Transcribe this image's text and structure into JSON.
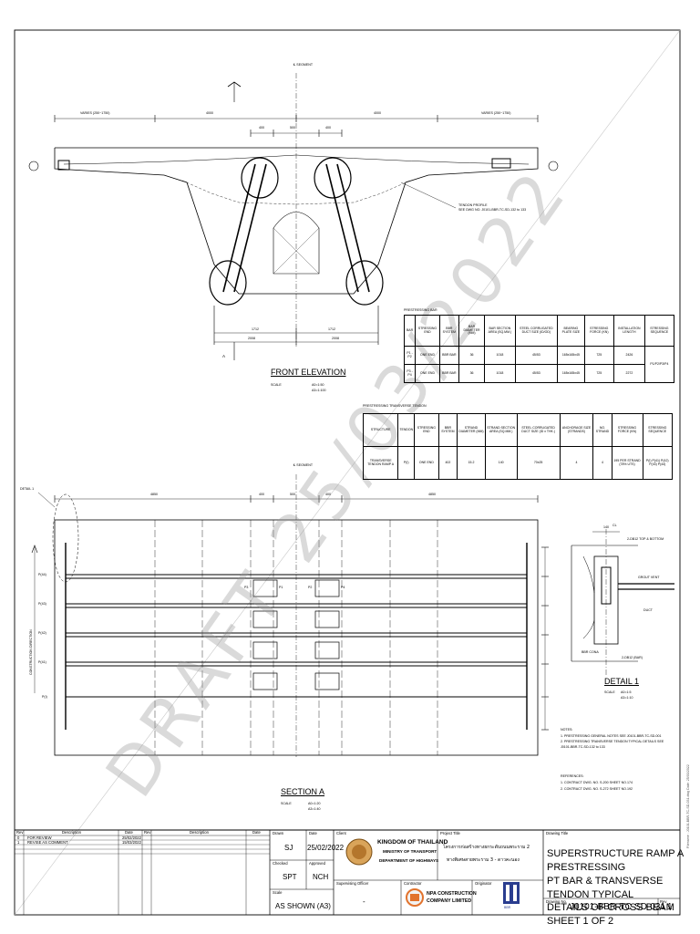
{
  "labels": {
    "centre_top": "℄ SEGMENT",
    "centre_mid": "℄ SEGMENT",
    "dim_varies_l": "VARIES (250~1750)",
    "dim_varies_r": "VARIES (250~1750)",
    "dim_4000_l": "4000",
    "dim_4000_r": "4000",
    "dim_400_l": "400",
    "dim_500": "500",
    "dim_400_r": "400",
    "dim_1712_l": "1712",
    "dim_1712_r": "1712",
    "dim_2008_l": "2008",
    "dim_2008_r": "2008",
    "tendon_note_1": "TENDON PROFILE",
    "tendon_note_2": "SEE DWG NO. J0101-BBR-TC-SD-132 to 133",
    "front_elevation": "FRONT ELEVATION",
    "front_scale": "SCALE",
    "front_scale_v1": "A0=1:50",
    "front_scale_v2": "A3=1:100",
    "section_a": "SECTION A",
    "section_scale": "SCALE",
    "section_scale_v1": "A0=1:20",
    "section_scale_v2": "A3=1:40",
    "detail_1": "DETAIL 1",
    "detail_scale": "SCALE",
    "detail_scale_v1": "A0=1:5",
    "detail_scale_v2": "A3=1:10",
    "detail_label": "DETAIL 1",
    "sec_a_marker": "A",
    "dim_4850_l": "4850",
    "dim_4850_r": "4850",
    "dim_s400_l": "400",
    "dim_s500": "500",
    "dim_s400_r": "400",
    "construction_direction": "CONSTRUCTION DIRECTION",
    "row_labels": [
      "P(44)",
      "P(43)",
      "P(42)",
      "P(41)",
      "P(I)"
    ],
    "bar_labels": [
      "P3",
      "P1",
      "P2",
      "P4"
    ],
    "detail_notes": [
      "2-DB12 TOP & BOTTOM",
      "GROUT VENT",
      "DUCT",
      "BBR CONA",
      "2-DB12 (BAR)",
      "CL",
      "140"
    ],
    "notes_title": "NOTES:",
    "notes": [
      "1. PRESTRESSING GENERAL NOTES SEE J0101-BBR-TC-SD-001",
      "2. PRESTRESSING TRANSVERSE TENDON TYPICAL DETAILS SEE",
      "    J0101-BBR-TC-SD-132 to 133"
    ],
    "references_title": "REFERENCES:",
    "references": [
      "1. CONTRACT DWG. NO. S-200 SHEET NO.174",
      "2. CONTRACT DWG. NO. S-272 SHEET NO.192"
    ]
  },
  "prestressing_bar": {
    "title": "PRESTRESSING BAR",
    "headers": [
      "BAR",
      "STRESSING END",
      "BBR SYSTEM",
      "BAR DIAMETER (MM)",
      "BAR SECTION AREA (SQ.MM.)",
      "STEEL CORRUGATED DUCT SIZE (ID/OD)",
      "BEARING PLATE SIZE",
      "STRESSING FORCE (KN)",
      "INSTALLATION LENGTH",
      "STRESSING SEQUENCE"
    ],
    "rows": [
      [
        "P1 - P2",
        "ONE END",
        "BBR BAR",
        "36",
        "1018",
        "45/53",
        "165x165x45",
        "725",
        "2426",
        "P1/P2/P3/P4"
      ],
      [
        "P3 - P4",
        "ONE END",
        "BBR BAR",
        "36",
        "1018",
        "45/53",
        "165x165x45",
        "725",
        "2272",
        ""
      ]
    ]
  },
  "transverse_tendon": {
    "title": "PRESTRESSING TRANSVERSE TENDON",
    "headers": [
      "STRUCTURE",
      "TENDON",
      "STRESSING END",
      "BBR SYSTEM",
      "STRAND DIAMETER (MM)",
      "STRAND SECTION AREA (SQ.MM.)",
      "STEEL CORRUGATED DUCT SIZE (ID x THK.)",
      "ANCHORAGE SIZE (STRANDS)",
      "NO. STRAND",
      "STRESSING FORCE (KN)",
      "STRESSING SEQUENCE"
    ],
    "rows": [
      [
        "TRANSVERSE TENDON RAMP A",
        "P(I)",
        "ONE END",
        "402",
        "15.2",
        "140",
        "70x25",
        "4",
        "4",
        "195 PER STRAND (78% UTS)",
        "P(I) P(41) P(42) P(43) P(44)"
      ]
    ]
  },
  "title_block": {
    "rev_header": "Rev",
    "desc_header": "Description",
    "date_header": "Date",
    "rev_header2": "Rev",
    "desc_header2": "Description",
    "date_header2": "Date",
    "revisions": [
      {
        "rev": "0",
        "desc": "FOR REVIEW",
        "date": "25/02/2022"
      },
      {
        "rev": "1",
        "desc": "REVISE AS COMMENT",
        "date": "15/03/2022"
      }
    ],
    "drawn_label": "Drawn",
    "drawn": "SJ",
    "date_label": "Date",
    "date": "25/02/2022",
    "checked_label": "Checked",
    "checked": "SPT",
    "approved_label": "Approved",
    "approved": "NCH",
    "scale_label": "Scale",
    "scale": "AS SHOWN (A3)",
    "client_label": "Client",
    "client_1": "KINGDOM OF THAILAND",
    "client_2": "MINISTRY OF TRANSPORT",
    "client_3": "DEPARTMENT OF HIGHWAYS",
    "project_label": "Project Title",
    "project_1": "โครงการก่อสร้างทางยกระดับถนนพระราม 2",
    "project_2": "ทางพิเศษสายพระราม 3 - ดาวคะนอง",
    "supervising_label": "Supervising Officer",
    "supervising": "-",
    "contractor_label": "Contractor",
    "contractor_1": "NPA CONSTRUCTION",
    "contractor_2": "COMPANY LIMITED",
    "originator_label": "Originator",
    "originator_name": "BBR",
    "drawing_title_label": "Drawing Title",
    "drawing_title": [
      "SUPERSTRUCTURE RAMP A PRESTRESSING",
      "PT BAR & TRANSVERSE TENDON TYPICAL",
      "DETAILS OF CROSS BEAM SHEET 1 OF 2"
    ],
    "drawing_no_label": "Drawing No.",
    "drawing_no": "J0101-BBR-TC-SD-031",
    "rev_label": "Rev",
    "rev": "1"
  },
  "watermark": "DRAFT 25/03/2022",
  "side_stamp": "Filename : J0101-BBR-TC-SD-031.dwg   Date: 25/03/2022"
}
